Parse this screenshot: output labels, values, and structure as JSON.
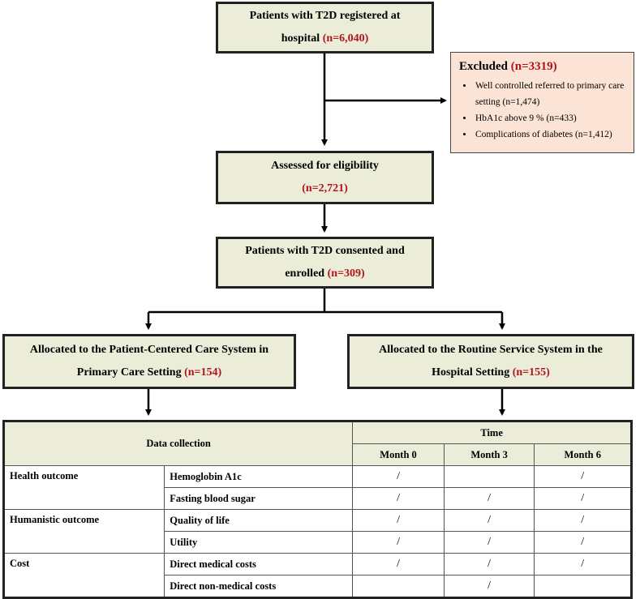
{
  "boxes": {
    "registered": {
      "text": "Patients with T2D registered at hospital",
      "n": "(n=6,040)"
    },
    "excluded": {
      "title": "Excluded",
      "n": "(n=3319)",
      "items": [
        "Well controlled referred to primary care setting (n=1,474)",
        "HbA1c above 9 % (n=433)",
        "Complications of diabetes (n=1,412)"
      ]
    },
    "eligibility": {
      "text": "Assessed for eligibility",
      "n": "(n=2,721)"
    },
    "enrolled": {
      "text": "Patients with T2D consented and enrolled",
      "n": "(n=309)"
    },
    "pcc": {
      "text": "Allocated to the Patient-Centered Care System in Primary Care Setting",
      "n": "(n=154)"
    },
    "routine": {
      "text": "Allocated to the Routine Service System in the Hospital Setting",
      "n": "(n=155)"
    }
  },
  "table": {
    "header_left": "Data collection",
    "header_time": "Time",
    "months": [
      "Month 0",
      "Month 3",
      "Month 6"
    ],
    "mark": "/",
    "rows": [
      {
        "category": "Health outcome",
        "item": "Hemoglobin A1c",
        "marks": [
          true,
          false,
          true
        ]
      },
      {
        "category": "",
        "item": "Fasting blood sugar",
        "marks": [
          true,
          true,
          true
        ]
      },
      {
        "category": "Humanistic outcome",
        "item": "Quality of life",
        "marks": [
          true,
          true,
          true
        ]
      },
      {
        "category": "",
        "item": "Utility",
        "marks": [
          true,
          true,
          true
        ]
      },
      {
        "category": "Cost",
        "item": "Direct medical costs",
        "marks": [
          true,
          true,
          true
        ]
      },
      {
        "category": "",
        "item": "Direct non-medical costs",
        "marks": [
          false,
          true,
          false
        ]
      }
    ]
  }
}
